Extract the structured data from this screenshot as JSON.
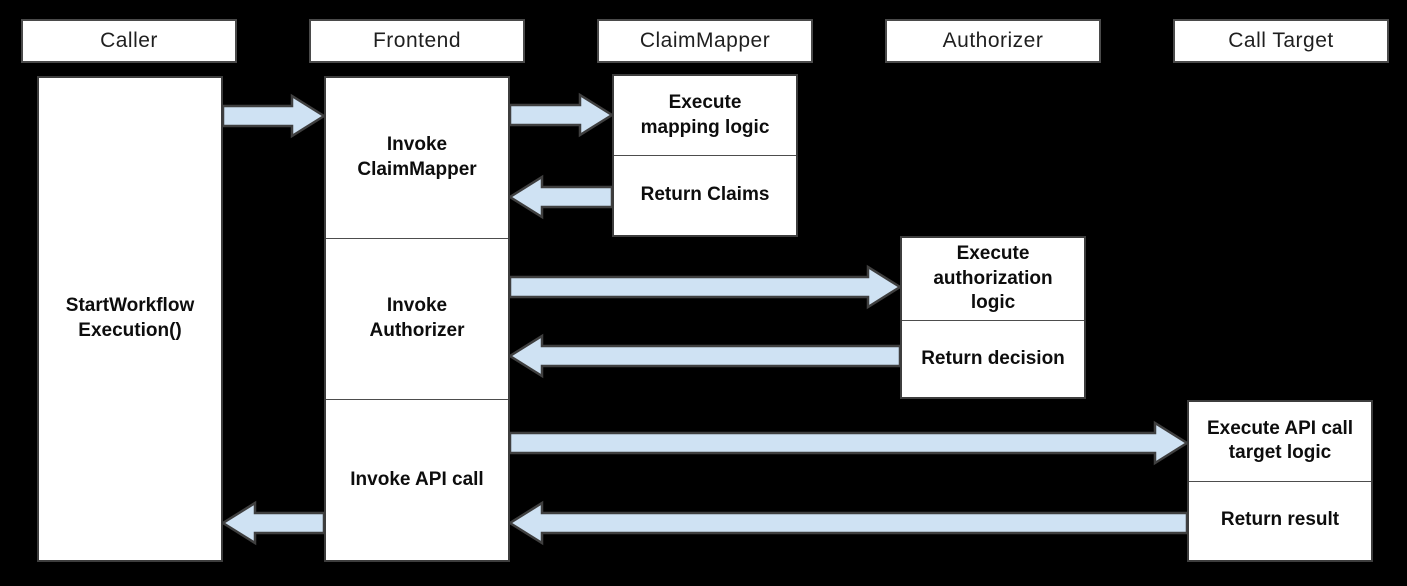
{
  "colors": {
    "background": "#000000",
    "box_fill": "#ffffff",
    "box_border": "#3d3d3d",
    "header_border": "#4a4a4a",
    "arrow_fill": "#cfe2f3",
    "arrow_border": "#3f3f3f",
    "text": "#1f1f1f"
  },
  "headers": [
    {
      "label": "Caller"
    },
    {
      "label": "Frontend"
    },
    {
      "label": "ClaimMapper"
    },
    {
      "label": "Authorizer"
    },
    {
      "label": "Call Target"
    }
  ],
  "caller": {
    "label": "StartWorkflow\nExecution()"
  },
  "frontend": {
    "steps": [
      {
        "label": "Invoke\nClaimMapper"
      },
      {
        "label": "Invoke\nAuthorizer"
      },
      {
        "label": "Invoke API call"
      }
    ]
  },
  "claim_mapper": {
    "steps": [
      {
        "label": "Execute\nmapping logic"
      },
      {
        "label": "Return Claims"
      }
    ]
  },
  "authorizer": {
    "steps": [
      {
        "label": "Execute\nauthorization\nlogic"
      },
      {
        "label": "Return decision"
      }
    ]
  },
  "call_target": {
    "steps": [
      {
        "label": "Execute API call\ntarget logic"
      },
      {
        "label": "Return result"
      }
    ]
  },
  "arrows": [
    {
      "from": "Caller",
      "to": "Frontend"
    },
    {
      "from": "Frontend",
      "to": "ClaimMapper"
    },
    {
      "from": "ClaimMapper",
      "to": "Frontend"
    },
    {
      "from": "Frontend",
      "to": "Authorizer"
    },
    {
      "from": "Authorizer",
      "to": "Frontend"
    },
    {
      "from": "Frontend",
      "to": "Call Target"
    },
    {
      "from": "Call Target",
      "to": "Frontend"
    },
    {
      "from": "Frontend",
      "to": "Caller"
    }
  ]
}
